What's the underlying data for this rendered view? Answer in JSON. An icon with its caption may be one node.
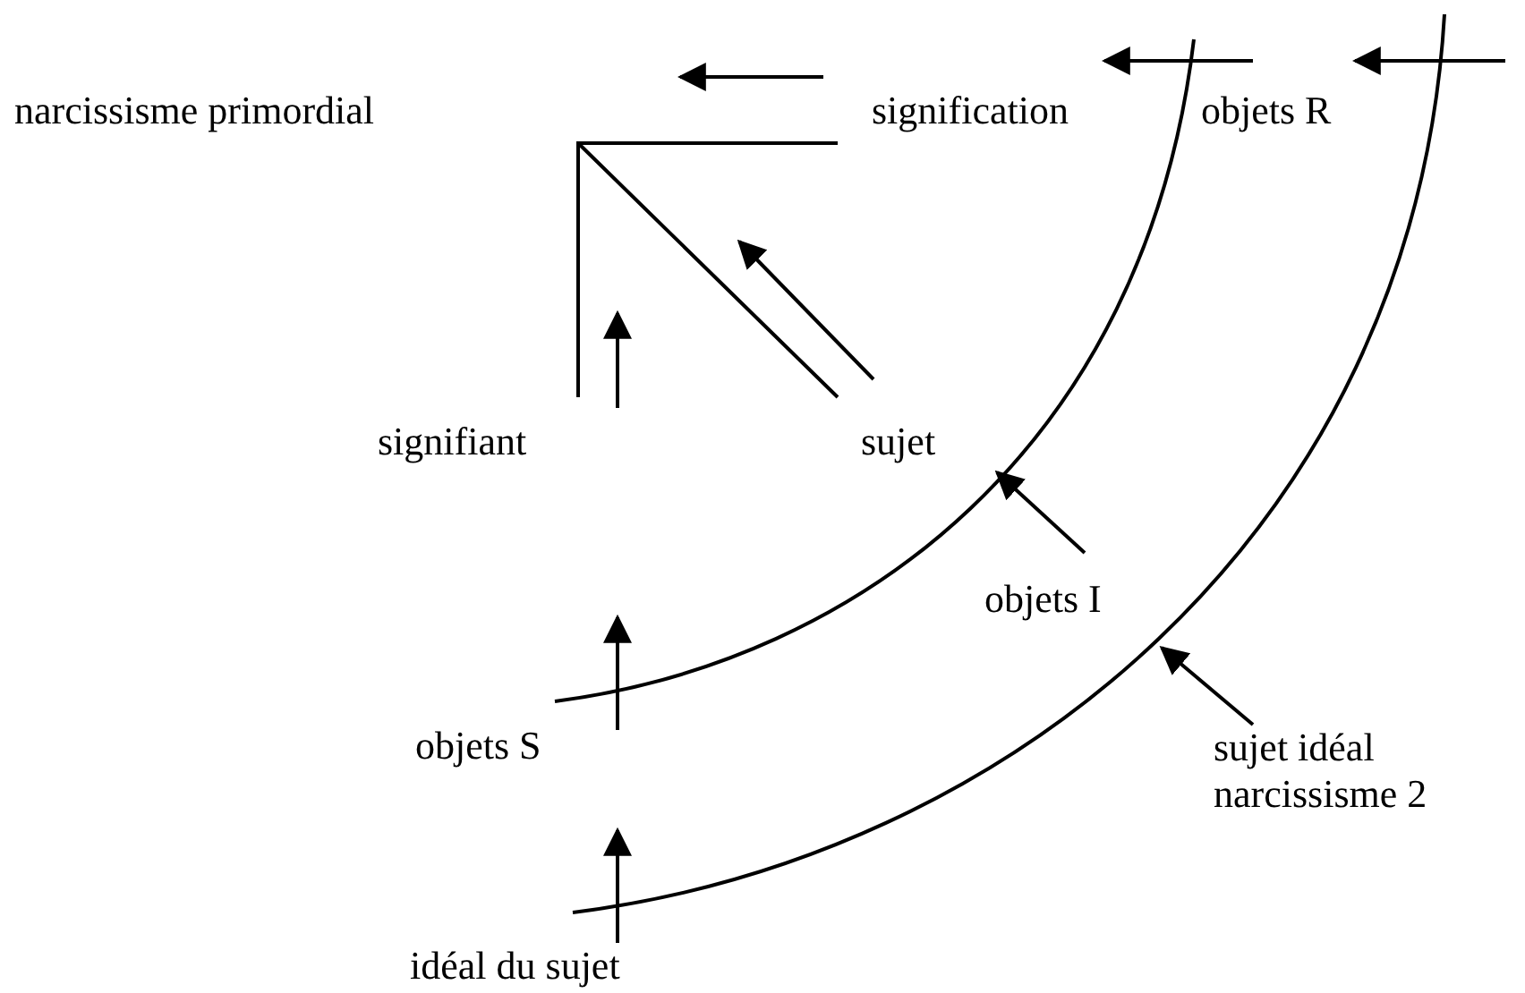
{
  "diagram": {
    "nodes": [
      {
        "text": [
          "narcissisme primordial"
        ]
      },
      {
        "text": [
          "signification"
        ]
      },
      {
        "text": [
          "objets R"
        ]
      },
      {
        "text": [
          "signifiant"
        ]
      },
      {
        "text": [
          "sujet"
        ]
      },
      {
        "text": [
          "objets I"
        ]
      },
      {
        "text": [
          "objets S"
        ]
      },
      {
        "text": [
          "sujet idéal narcissisme 2"
        ]
      },
      {
        "text": [
          "idéal du sujet"
        ]
      }
    ]
  }
}
